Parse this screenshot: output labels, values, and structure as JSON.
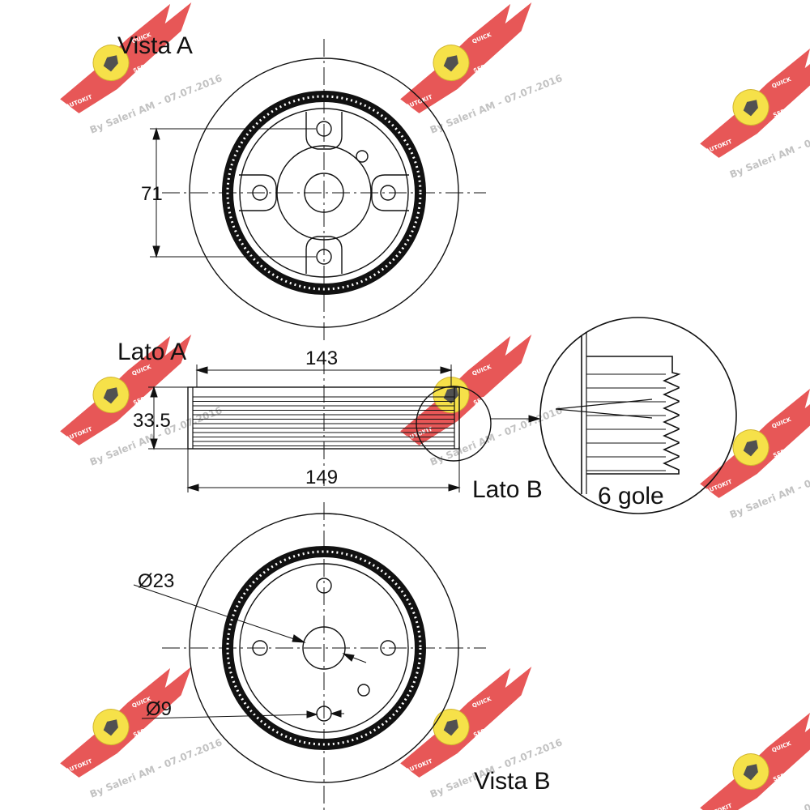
{
  "labels": {
    "vista_a": "Vista A",
    "vista_b": "Vista  B",
    "lato_a": "Lato A",
    "lato_b": "Lato B",
    "gole": "6 gole"
  },
  "dimensions": {
    "pcd_height": "71",
    "width_top": "143",
    "width_bottom": "149",
    "thickness": "33.5",
    "hub_diameter": "Ø23",
    "hole_diameter": "Ø9"
  },
  "watermark": {
    "text": "By Saleri AM - 07.07.2016",
    "brand_top": "AUTOKIT",
    "brand_bottom": "SERVICE",
    "brand_quick": "QUICK"
  },
  "colors": {
    "line": "#111111",
    "watermark_red": "#e33a3a",
    "watermark_yellow": "#f5dc2a",
    "watermark_text": "#b8b8b8"
  }
}
